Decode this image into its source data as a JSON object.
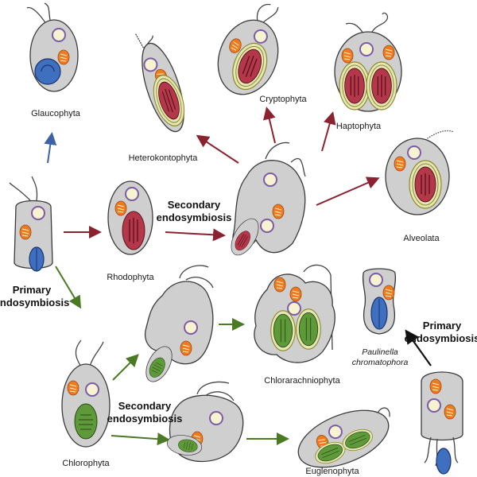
{
  "labels": {
    "glaucophyta": "Glaucophyta",
    "heterokontophyta": "Heterokontophyta",
    "cryptophyta": "Cryptophyta",
    "haptophyta": "Haptophyta",
    "rhodophyta": "Rhodophyta",
    "alveolata": "Alveolata",
    "chlorarachniophyta": "Chlorarachniophyta",
    "chlorophyta": "Chlorophyta",
    "euglenophyta": "Euglenophyta",
    "paulinella_line1": "Paulinella",
    "paulinella_line2": "chromatophora"
  },
  "events": {
    "primary_left_1": "Primary",
    "primary_left_2": "endosymbiosis",
    "secondary_red_1": "Secondary",
    "secondary_red_2": "endosymbiosis",
    "secondary_green_1": "Secondary",
    "secondary_green_2": "endosymbiosis",
    "primary_right_1": "Primary",
    "primary_right_2": "endosymbiosis"
  },
  "colors": {
    "cell_fill": "#cfcfcf",
    "red_plastid": "#b5374a",
    "green_plastid": "#5f9a3a",
    "blue_plastid": "#3f6fbf",
    "mitochondrion": "#f07a22",
    "nucleus_ring": "#7a5ca8",
    "arrow_red": "#8b2230",
    "arrow_green": "#4a7a24",
    "arrow_blue": "#3e62a8",
    "arrow_black": "#111111"
  }
}
